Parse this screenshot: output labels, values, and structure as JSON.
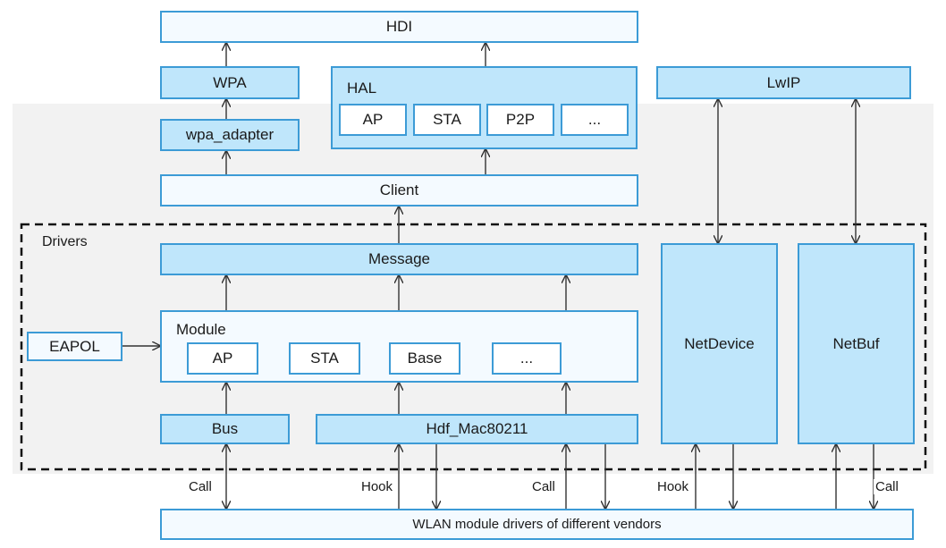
{
  "nodes": {
    "hdi": "HDI",
    "wpa": "WPA",
    "wpa_adapter": "wpa_adapter",
    "hal": "HAL",
    "hal_ap": "AP",
    "hal_sta": "STA",
    "hal_p2p": "P2P",
    "hal_more": "...",
    "lwip": "LwIP",
    "client": "Client",
    "drivers": "Drivers",
    "message": "Message",
    "module": "Module",
    "mod_ap": "AP",
    "mod_sta": "STA",
    "mod_base": "Base",
    "mod_more": "...",
    "eapol": "EAPOL",
    "bus": "Bus",
    "hdf_mac": "Hdf_Mac80211",
    "netdevice": "NetDevice",
    "netbuf": "NetBuf",
    "vendors": "WLAN module drivers of different vendors"
  },
  "edge_labels": {
    "call_bus": "Call",
    "hook_mac": "Hook",
    "call_mac": "Call",
    "hook_netdevice": "Hook",
    "call_netbuf": "Call"
  },
  "colors": {
    "border": "#3c9bd6",
    "fill_blue": "#bfe6fb",
    "fill_light": "#f4faff",
    "gray_band": "#f2f2f2",
    "arrow": "#333333"
  }
}
